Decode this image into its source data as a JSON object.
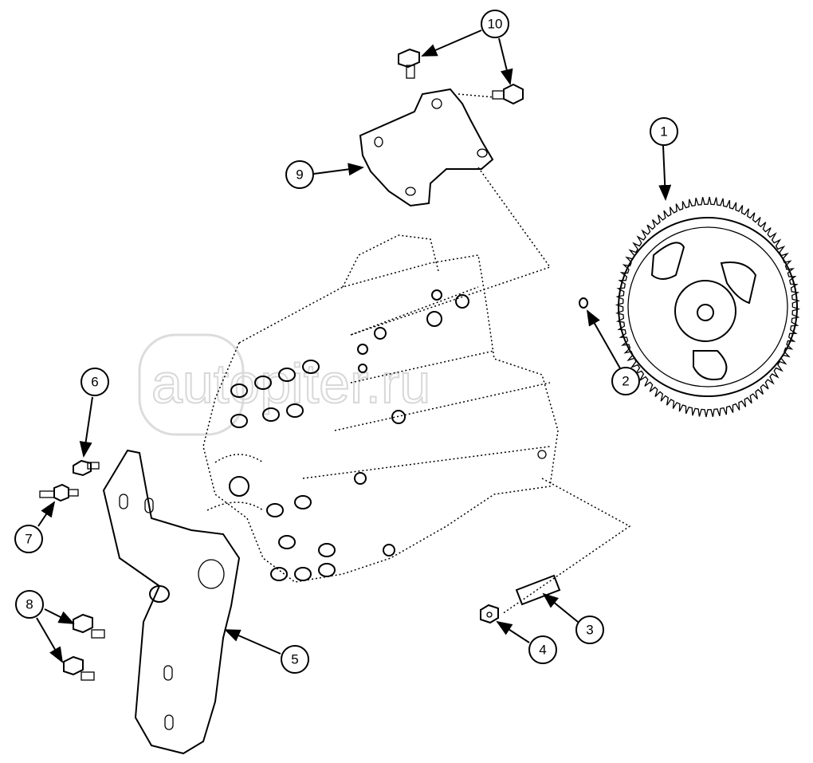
{
  "watermark": "autopiter.ru",
  "callouts": {
    "c1": {
      "label": "1",
      "part": "gear"
    },
    "c2": {
      "label": "2",
      "part": "nut"
    },
    "c3": {
      "label": "3",
      "part": "stud"
    },
    "c4": {
      "label": "4",
      "part": "flange-nut"
    },
    "c5": {
      "label": "5",
      "part": "rear-bracket"
    },
    "c6": {
      "label": "6",
      "part": "stud-bolt"
    },
    "c7": {
      "label": "7",
      "part": "stud-bolt"
    },
    "c8": {
      "label": "8",
      "part": "bolts"
    },
    "c9": {
      "label": "9",
      "part": "top-bracket"
    },
    "c10": {
      "label": "10",
      "part": "bolts"
    }
  }
}
